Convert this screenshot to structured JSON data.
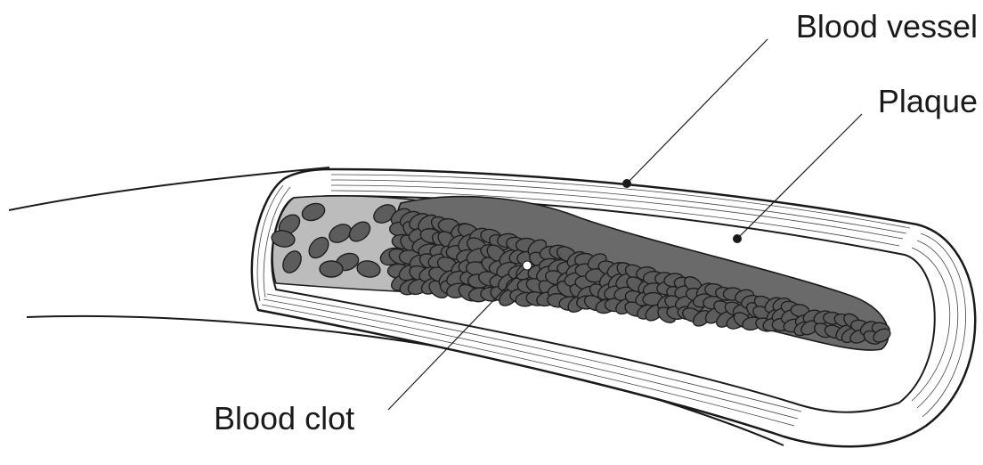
{
  "labels": {
    "blood_vessel": "Blood vessel",
    "plaque": "Plaque",
    "blood_clot": "Blood clot"
  },
  "colors": {
    "outline": "#1a1a1a",
    "vessel_wall": "#ffffff",
    "lumen": "#bcbcbc",
    "cell_fill": "#5c5c5c",
    "cell_edge": "#1f1f1f"
  }
}
